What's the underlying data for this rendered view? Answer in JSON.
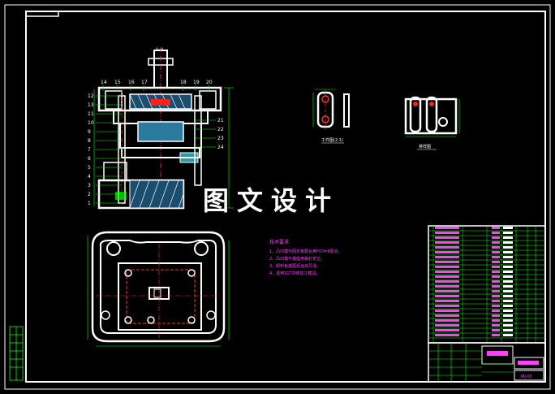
{
  "watermark": "图文设计",
  "views": {
    "part_view_caption": "工件图(2:1)",
    "layout_view_caption": "排样图",
    "section_mark": "A—A"
  },
  "leader_numbers": {
    "top": [
      "14",
      "15",
      "16",
      "17",
      "18",
      "19",
      "20"
    ],
    "left": [
      "12",
      "13",
      "11",
      "10",
      "9",
      "8",
      "7",
      "6",
      "5",
      "4",
      "3",
      "2",
      "1"
    ],
    "right": [
      "21",
      "22",
      "23",
      "24"
    ]
  },
  "tech_requirements": {
    "title": "技术要求",
    "items": [
      "1、凸凹模与固定板配合用H7/m6配合。",
      "2、凸凹模与模座用销钉定位。",
      "3、卸料板装配后运动灵活。",
      "4、选用S1T冲床加工模具。"
    ]
  },
  "title_block": {
    "drawing_number": "MJ-00"
  },
  "colors": {
    "background": "#000000",
    "outline": "#ffffff",
    "dimension": "#00ff00",
    "hidden": "#ff3030",
    "notes": "#ff40ff",
    "accent": "#00ffff"
  }
}
